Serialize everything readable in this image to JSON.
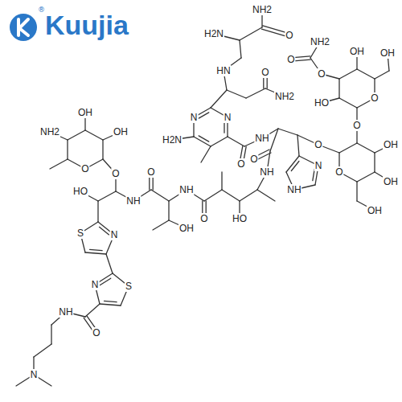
{
  "diagram": {
    "labels": [
      "Kuujia",
      "®",
      "NH2",
      "O",
      "H2N",
      "HN",
      "O",
      "NH2",
      "N",
      "N",
      "H2N",
      "O",
      "NH",
      "O",
      "NH2",
      "O",
      "HO",
      "OH",
      "O",
      "OH",
      "O",
      "O",
      "O",
      "OH",
      "OH",
      "OH",
      "N",
      "NH",
      "O",
      "NH",
      "HO",
      "O",
      "NH",
      "OH",
      "O",
      "NH",
      "O",
      "O",
      "OH",
      "OH",
      "NH2",
      "HO",
      "S",
      "N",
      "N",
      "S",
      "O",
      "NH",
      "N"
    ]
  }
}
